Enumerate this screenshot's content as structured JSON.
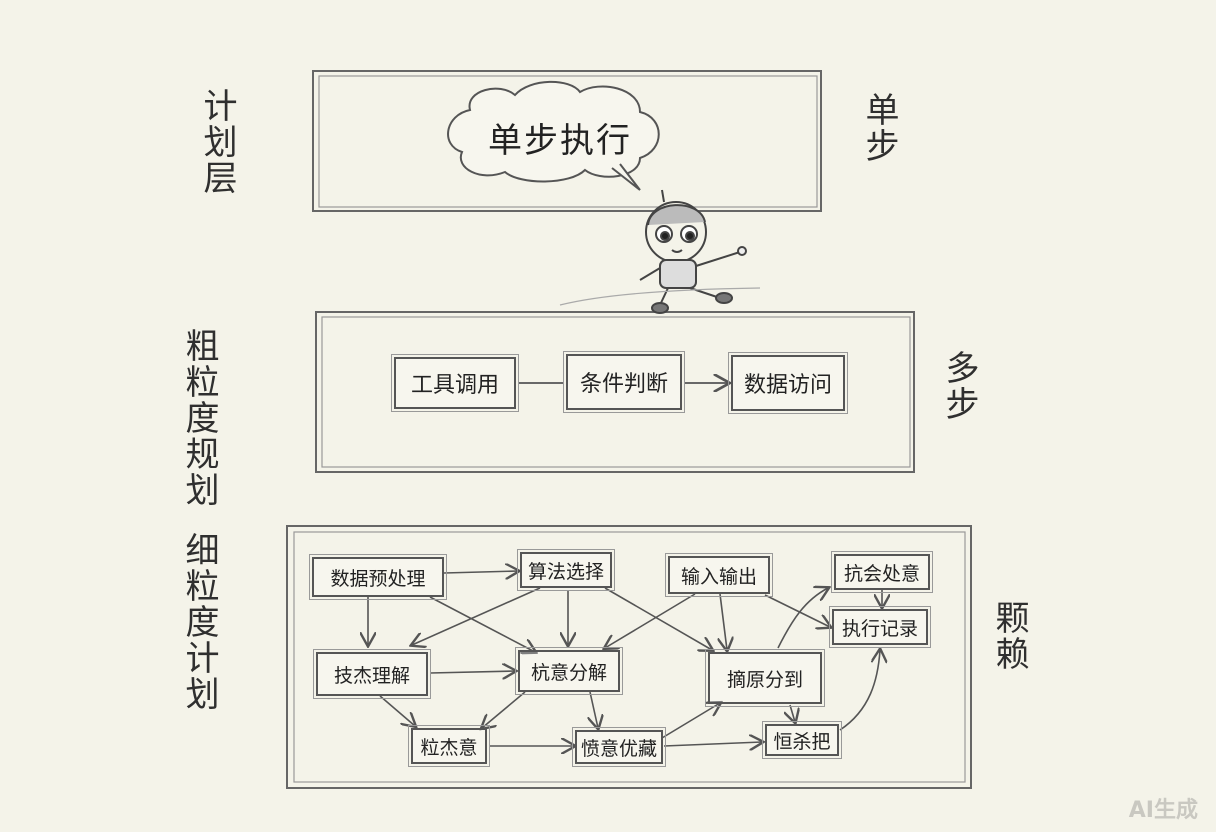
{
  "left_labels": {
    "planning_layer": "计划层",
    "coarse_planning": "粗粒度规划",
    "fine_planning": "细粒度计划"
  },
  "right_labels": {
    "single_step": "单步",
    "multi_step": "多步",
    "dependency": "颗赖"
  },
  "top_section": {
    "speech_bubble": "单步执行"
  },
  "middle_section": {
    "nodes": [
      "工具调用",
      "条件判断",
      "数据访问"
    ]
  },
  "bottom_section": {
    "nodes": {
      "n1": "数据预处理",
      "n2": "算法选择",
      "n3": "输入输出",
      "n4": "抗会处意",
      "n5": "执行记录",
      "n6": "技杰理解",
      "n7": "杭意分解",
      "n8": "摘原分到",
      "n9": "粒杰意",
      "n10": "愤意优藏",
      "n11": "恒杀把"
    }
  },
  "watermark": "AI生成",
  "colors": {
    "background": "#f4f3e9",
    "pencil": "#555555"
  }
}
